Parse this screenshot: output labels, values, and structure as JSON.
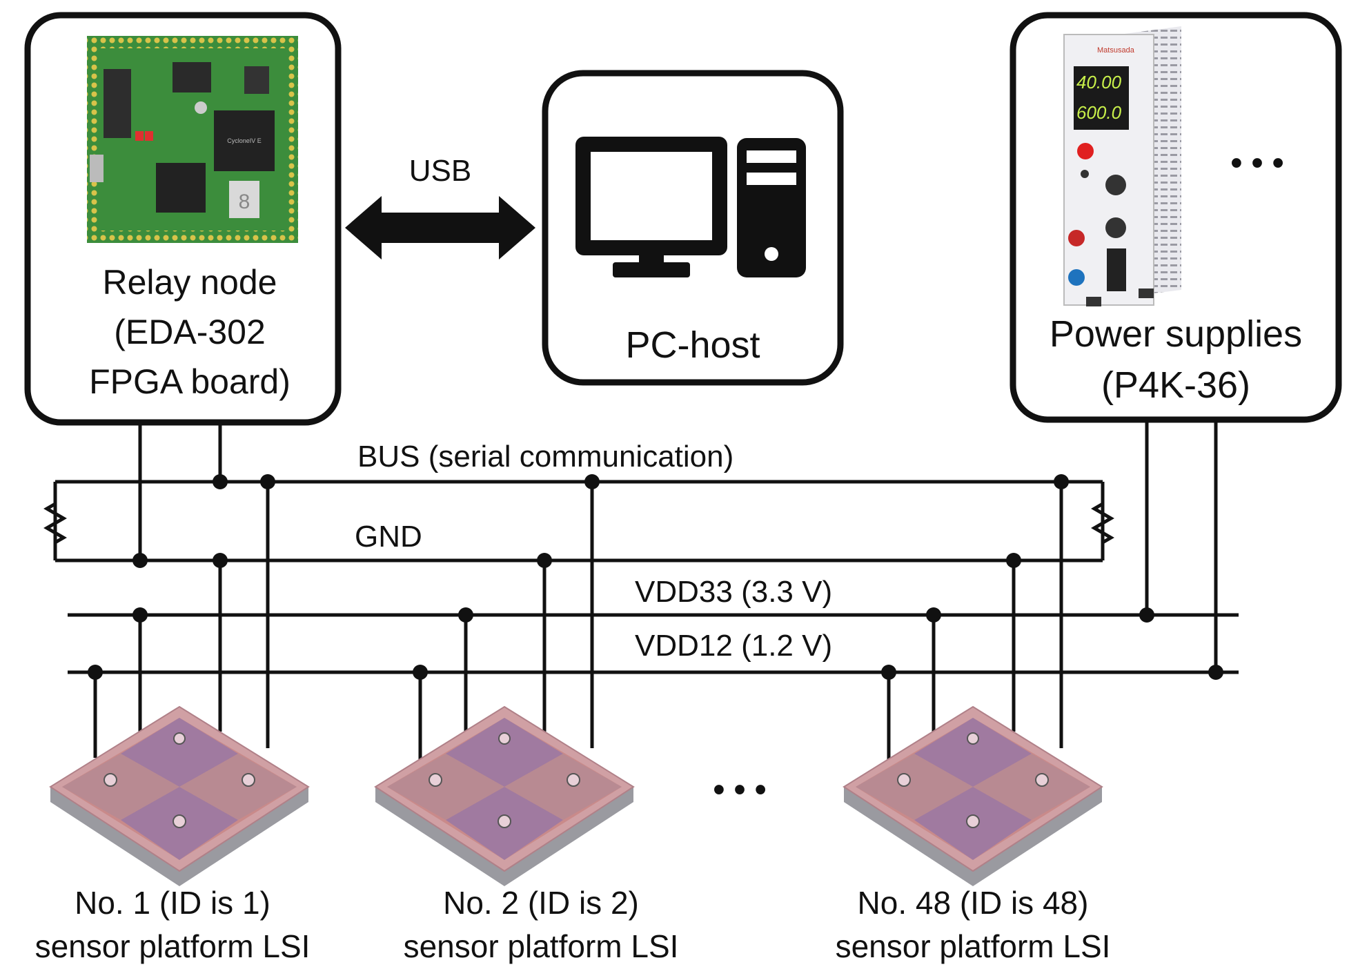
{
  "relay_node": {
    "line1": "Relay node",
    "line2": "(EDA-302",
    "line3": "FPGA board)"
  },
  "pc_host": {
    "label": "PC-host"
  },
  "usb": {
    "label": "USB"
  },
  "power": {
    "line1": "Power supplies",
    "line2": "(P4K-36)",
    "brand": "Matsusada",
    "voltage_readout": "40.00",
    "current_readout": "600.0"
  },
  "fpga_board": {
    "chip_text": "CycloneIV E",
    "display_digit": "8"
  },
  "buses": {
    "bus": "BUS (serial communication)",
    "gnd": "GND",
    "vdd33": "VDD33 (3.3 V)",
    "vdd12": "VDD12 (1.2 V)"
  },
  "chips": [
    {
      "line1": "No. 1 (ID is 1)",
      "line2": "sensor platform LSI"
    },
    {
      "line1": "No. 2 (ID is 2)",
      "line2": "sensor platform LSI"
    },
    {
      "line1": "No. 48 (ID is 48)",
      "line2": "sensor platform LSI"
    }
  ],
  "ellipsis": "• • •",
  "colors": {
    "line": "#111111",
    "pcb": "#3a8a3a",
    "die": "#c98a8a",
    "die_quadrant": "#a07aa0",
    "psu_body": "#e8e8ec"
  }
}
